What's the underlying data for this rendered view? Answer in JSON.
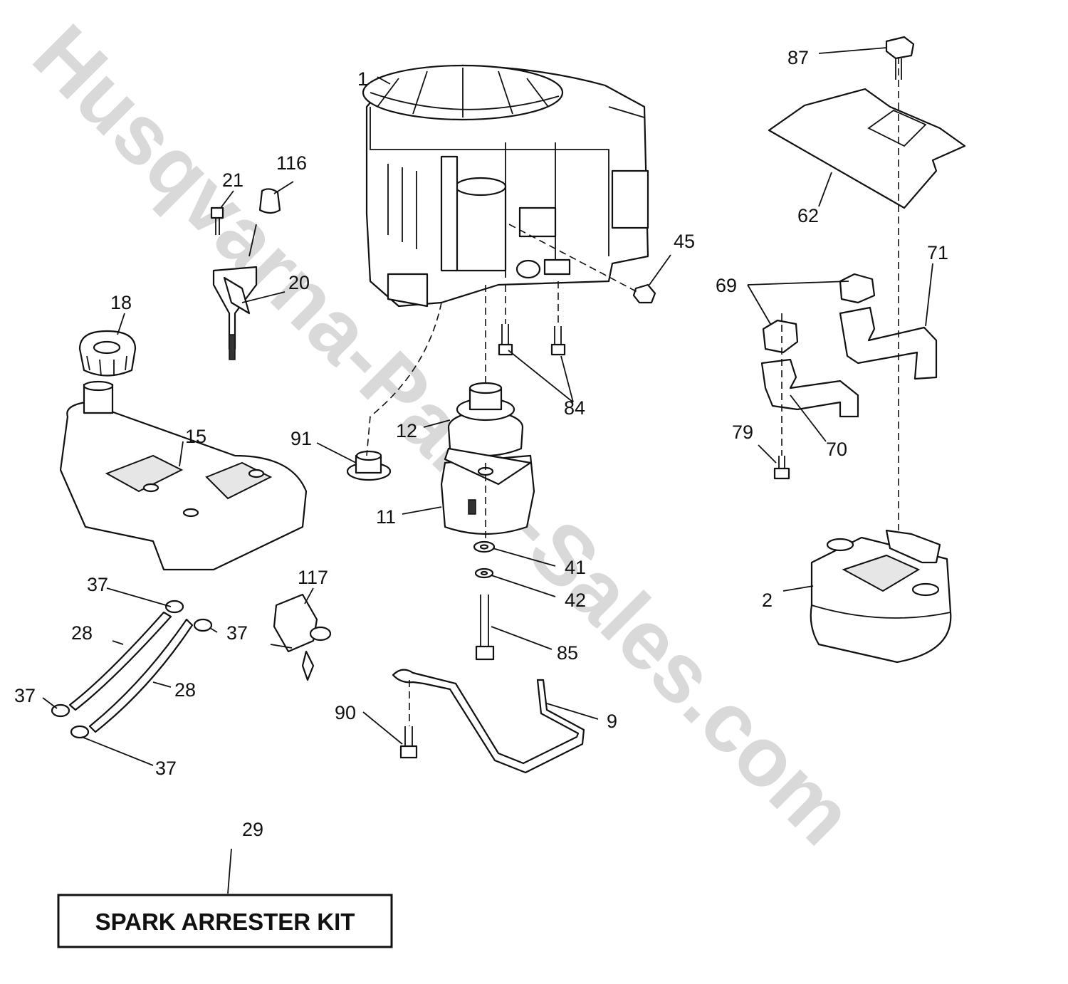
{
  "watermark": "Husqvarna-Parts-Sales.com",
  "kit_label": "SPARK ARRESTER KIT",
  "callouts": {
    "c1": "1",
    "c2": "2",
    "c9": "9",
    "c11": "11",
    "c12": "12",
    "c15": "15",
    "c18": "18",
    "c20": "20",
    "c21": "21",
    "c28a": "28",
    "c28b": "28",
    "c29": "29",
    "c37a": "37",
    "c37b": "37",
    "c37c": "37",
    "c37d": "37",
    "c41": "41",
    "c42": "42",
    "c45": "45",
    "c62": "62",
    "c69": "69",
    "c70": "70",
    "c71": "71",
    "c79": "79",
    "c84": "84",
    "c85": "85",
    "c87": "87",
    "c90": "90",
    "c91": "91",
    "c116": "116",
    "c117": "117"
  }
}
